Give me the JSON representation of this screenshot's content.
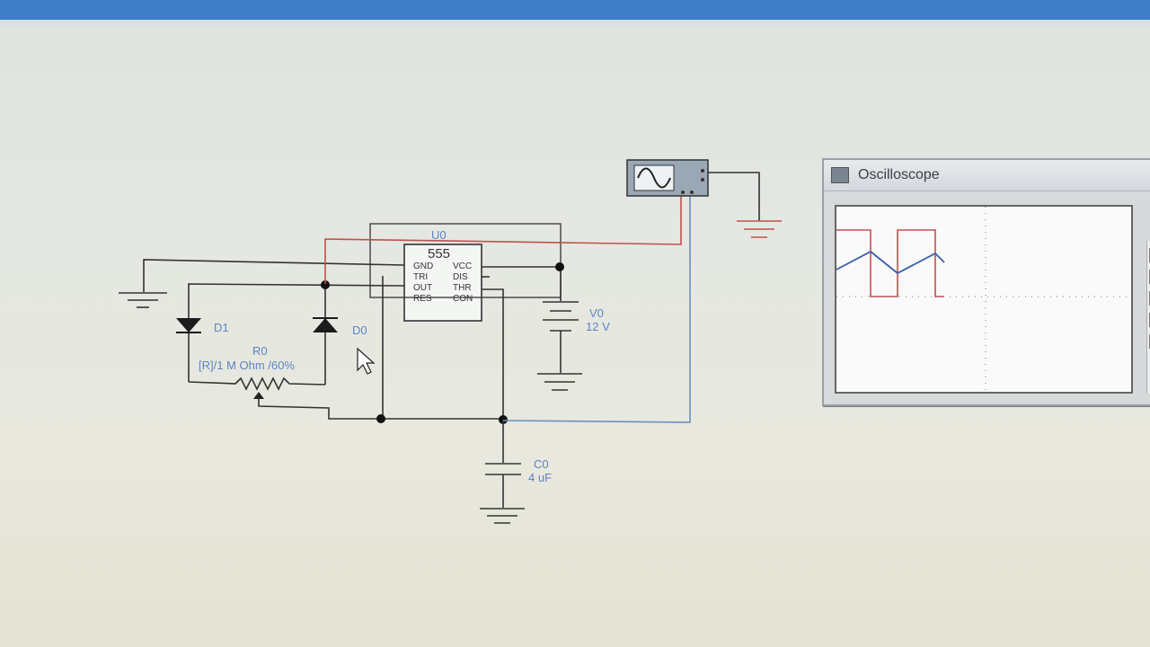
{
  "circuit": {
    "chip": {
      "ref": "U0",
      "name": "555",
      "pins_left": [
        "GND",
        "TRI",
        "OUT",
        "RES"
      ],
      "pins_right": [
        "VCC",
        "DIS",
        "THR",
        "CON"
      ]
    },
    "diode_d1": {
      "ref": "D1"
    },
    "diode_d0": {
      "ref": "D0"
    },
    "potentiometer": {
      "ref": "R0",
      "value": "[R]/1 M Ohm /60%"
    },
    "battery": {
      "ref": "V0",
      "value": "12 V"
    },
    "capacitor": {
      "ref": "C0",
      "value": "4 uF"
    }
  },
  "oscilloscope": {
    "title": "Oscilloscope"
  },
  "colors": {
    "wire": "#333333",
    "probe_a_wire": "#c0504d",
    "probe_b_wire": "#6e8fc0",
    "label_blue": "#5d83c4"
  }
}
